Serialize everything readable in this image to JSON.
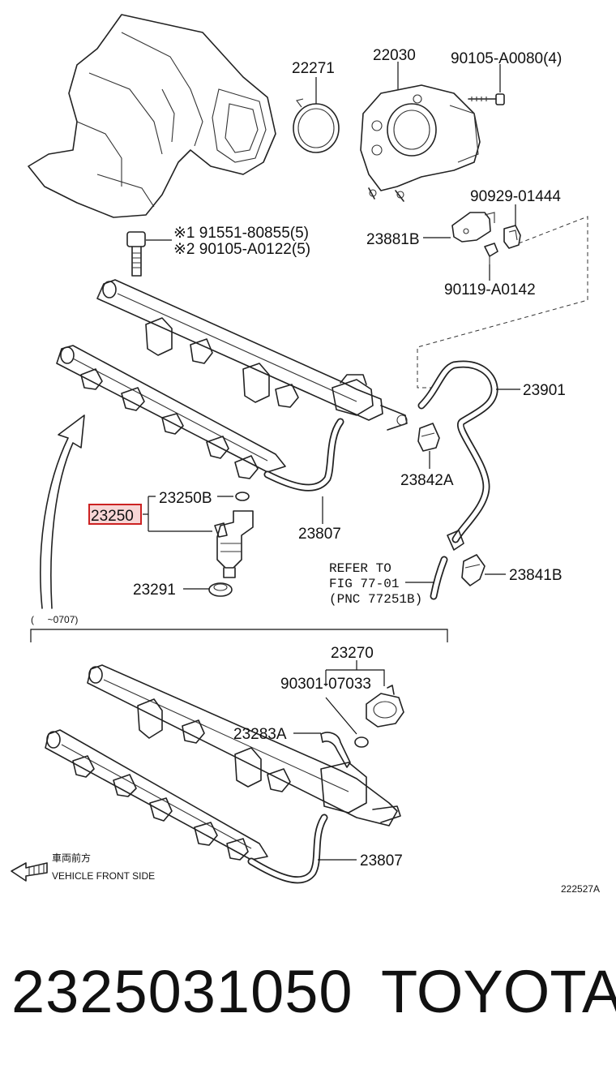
{
  "callouts": {
    "c22271": "22271",
    "c22030": "22030",
    "c90105a0080": "90105-A0080(4)",
    "c90929": "90929-01444",
    "c91551": "※1 91551-80855(5)",
    "c90105a0122": "※2 90105-A0122(5)",
    "c23881b": "23881B",
    "c90119": "90119-A0142",
    "c23901": "23901",
    "c23842a": "23842A",
    "c23250b": "23250B",
    "c23250": "23250",
    "c23807_top": "23807",
    "c23291": "23291",
    "c23841b": "23841B",
    "c23270": "23270",
    "c90301": "90301-07033",
    "c23283a": "23283A",
    "c23807_bottom": "23807"
  },
  "refer_note": {
    "line1": "REFER TO",
    "line2": "FIG 77-01",
    "line3": "(PNC 77251B)"
  },
  "range_label": "(     ~0707)",
  "front_label": {
    "jp": "車両前方",
    "en": "VEHICLE FRONT SIDE"
  },
  "figure_code": "222527A",
  "footer": {
    "part_number": "2325031050",
    "brand": "TOYOTA"
  },
  "colors": {
    "highlight_border": "#cc2222",
    "highlight_fill": "#f7d6d6",
    "line": "#222222"
  }
}
